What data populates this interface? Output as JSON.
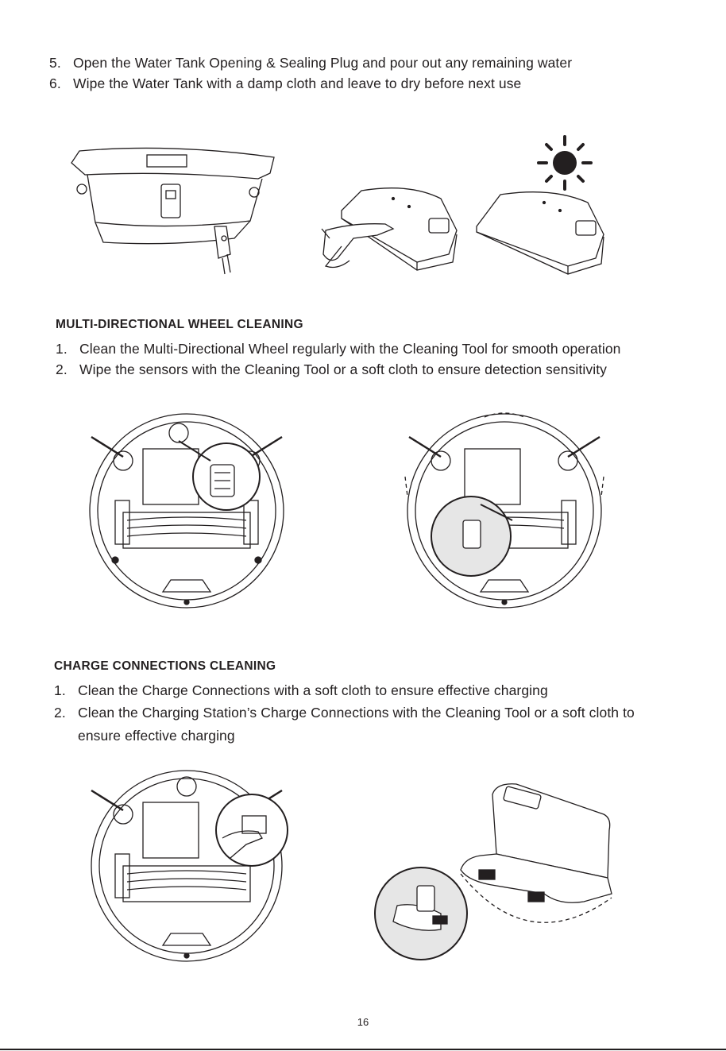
{
  "water_tank_steps": [
    {
      "num": "5.",
      "text": "Open the Water Tank Opening & Sealing Plug and pour out any remaining water"
    },
    {
      "num": "6.",
      "text": "Wipe the Water Tank with a damp cloth and leave to dry before next use"
    }
  ],
  "wheel_section": {
    "heading": "MULTI-DIRECTIONAL WHEEL CLEANING",
    "steps": [
      {
        "num": "1.",
        "text": "Clean the Multi-Directional Wheel regularly with the Cleaning Tool for smooth operation"
      },
      {
        "num": "2.",
        "text": "Wipe the sensors with the Cleaning Tool or a soft cloth to ensure detection sensitivity"
      }
    ]
  },
  "charge_section": {
    "heading": "CHARGE CONNECTIONS CLEANING",
    "steps": [
      {
        "num": "1.",
        "text": "Clean the Charge Connections with a soft cloth to ensure effective charging"
      },
      {
        "num": "2.",
        "text": "Clean the Charging Station’s Charge Connections with the Cleaning Tool or a soft cloth to",
        "cont": "ensure effective charging"
      }
    ]
  },
  "page_number": "16"
}
